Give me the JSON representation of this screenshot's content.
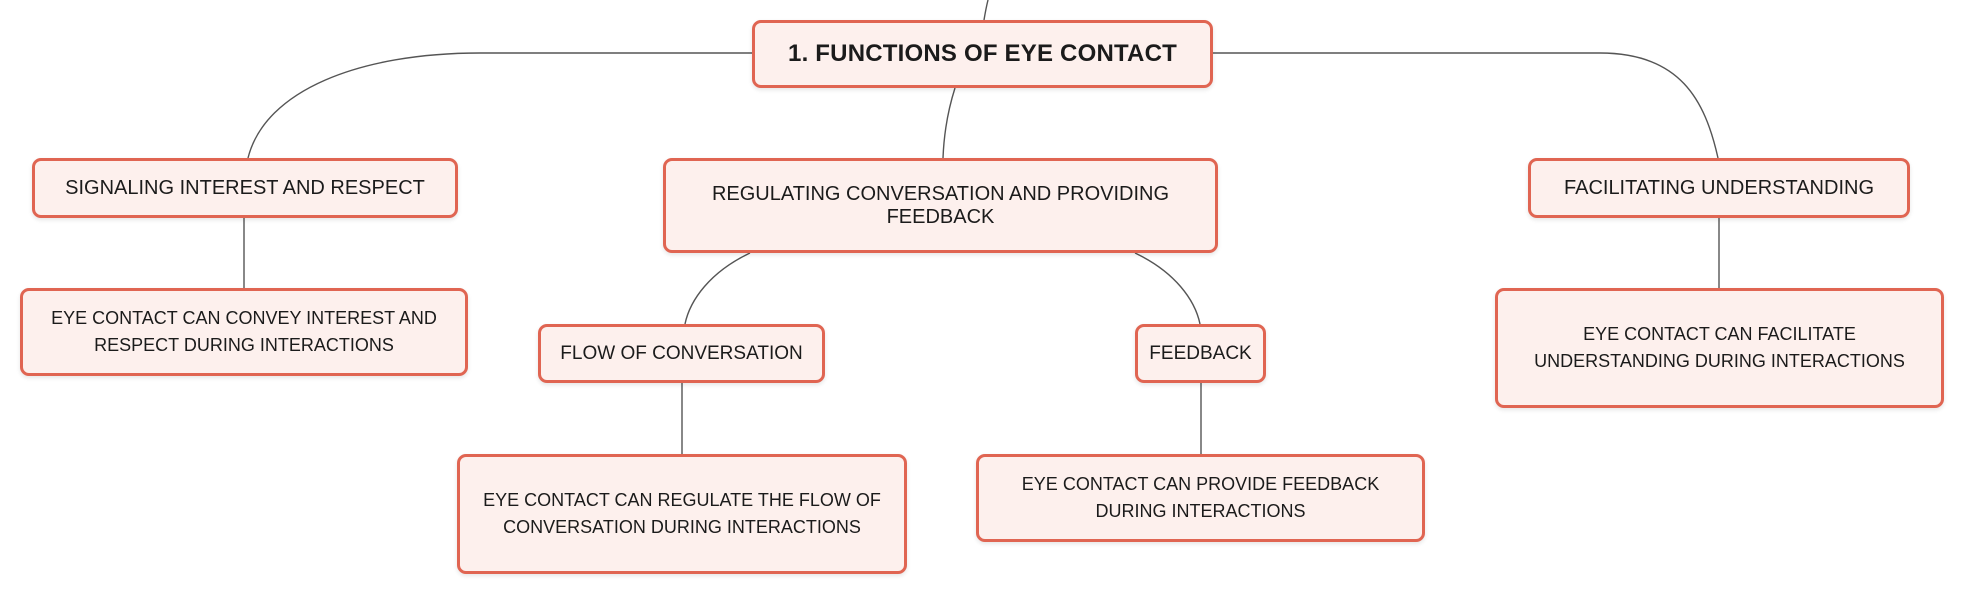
{
  "colors": {
    "border": "#e06552",
    "fill": "#fdf0ed",
    "connector": "#555555",
    "text": "#1b1b1b"
  },
  "root": {
    "label": "1. FUNCTIONS OF EYE CONTACT"
  },
  "branches": {
    "signaling": {
      "label": "SIGNALING INTEREST AND RESPECT",
      "detail": "EYE CONTACT CAN CONVEY INTEREST AND RESPECT DURING INTERACTIONS"
    },
    "regulating": {
      "label": "REGULATING CONVERSATION AND PROVIDING FEEDBACK",
      "flow": {
        "label": "FLOW OF CONVERSATION",
        "detail": "EYE CONTACT CAN REGULATE THE FLOW OF CONVERSATION DURING INTERACTIONS"
      },
      "feedback": {
        "label": "FEEDBACK",
        "detail": "EYE CONTACT CAN PROVIDE FEEDBACK DURING INTERACTIONS"
      }
    },
    "understanding": {
      "label": "FACILITATING UNDERSTANDING",
      "detail": "EYE CONTACT CAN FACILITATE UNDERSTANDING DURING INTERACTIONS"
    }
  }
}
